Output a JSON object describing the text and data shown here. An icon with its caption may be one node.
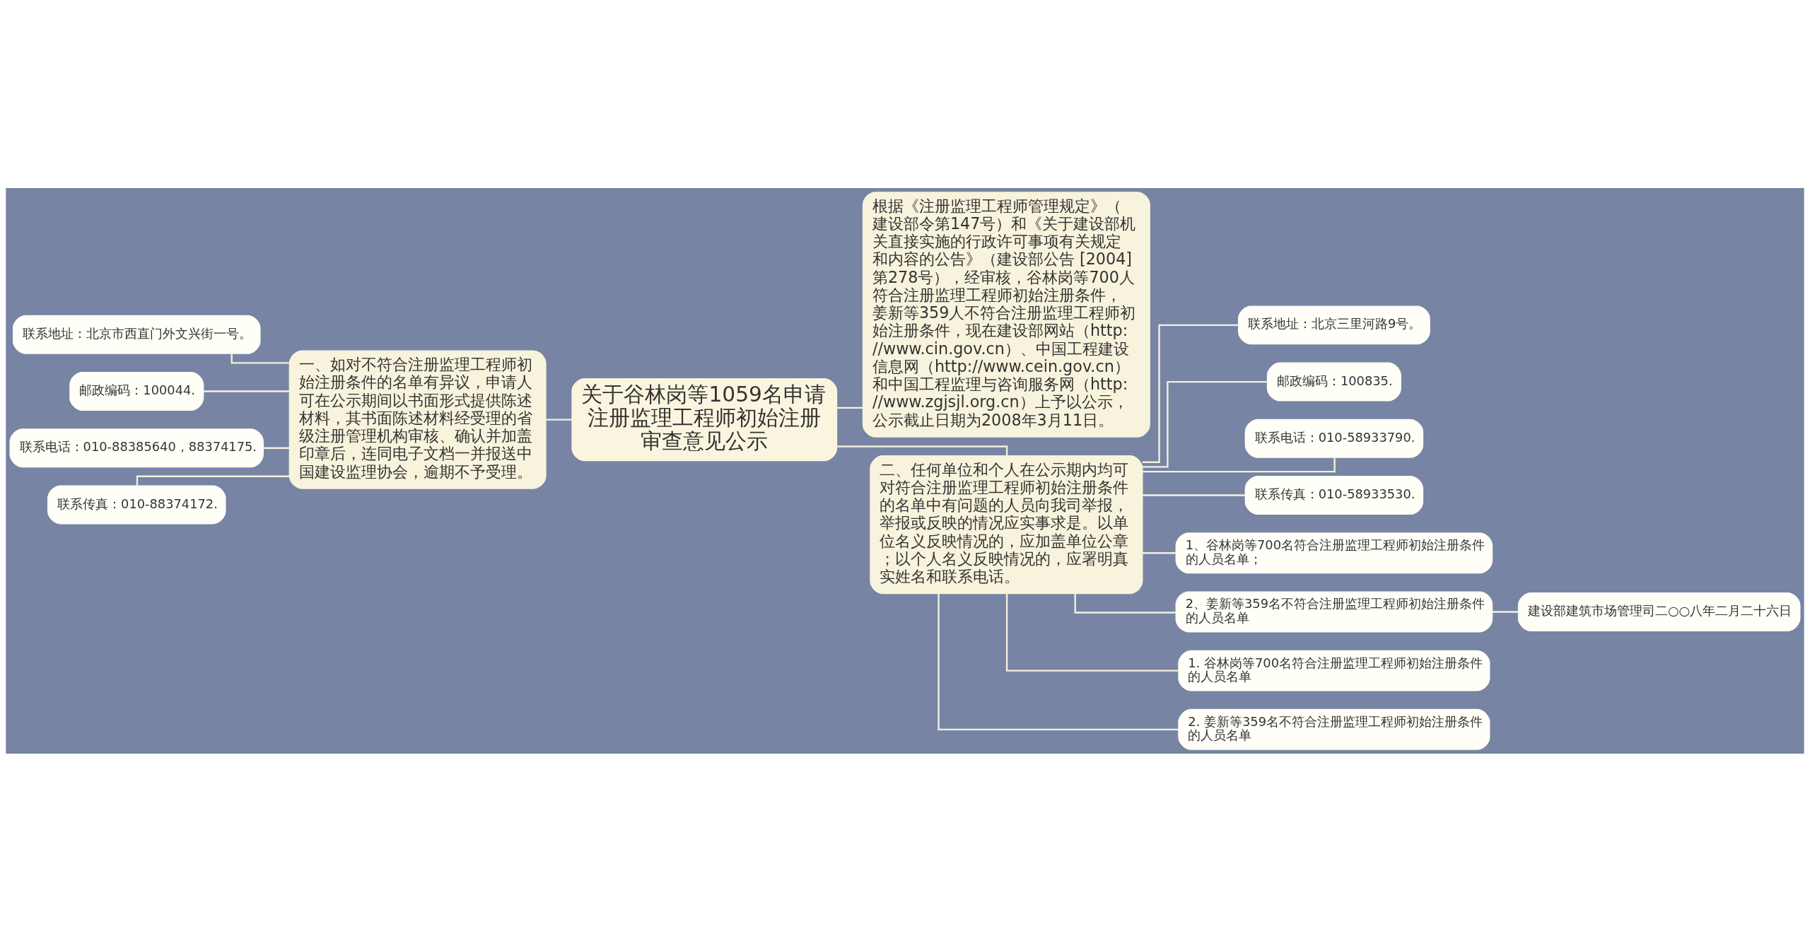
{
  "diagram": {
    "nodes": [
      {
        "text": [
          "关于谷林岗等1059名申请注册监理工程师初始注册审查意见公示"
        ]
      },
      {
        "text": [
          "一、如对不符合注册监理工程师初始注册条件的名单有异议，申请人可在公示期间以书面形式提供陈述材料，其书面陈述材料经受理的省级注册管理机构审核、确认并加盖印章后，连同电子文档一并报送中国建设监理协会，逾期不予受理。"
        ]
      },
      {
        "text": [
          "联系地址：北京市西直门外文兴街一号。"
        ]
      },
      {
        "text": [
          "邮政编码：100044."
        ]
      },
      {
        "text": [
          "联系电话：010-88385640，88374175."
        ]
      },
      {
        "text": [
          "联系传真：010-88374172."
        ]
      },
      {
        "text": [
          "根据《注册监理工程师管理规定》（建设部令第147号）和《关于建设部机关直接实施的行政许可事项有关规定和内容的公告》（建设部公告 [2004]第278号），经审核，谷林岗等700人符合注册监理工程师初始注册条件，姜新等359人不符合注册监理工程师初始注册条件，现在建设部网站（http://www.cin.gov.cn）、中国工程建设信息网（http://www.cein.gov.cn）和中国工程监理与咨询服务网（http://www.zgjsjl.org.cn）上予以公示，公示截止日期为2008年3月11日。"
        ]
      },
      {
        "text": [
          "二、任何单位和个人在公示期内均可对符合注册监理工程师初始注册条件的名单中有问题的人员向我司举报，举报或反映的情况应实事求是。以单位名义反映情况的，应加盖单位公章；以个人名义反映情况的，应署明真实姓名和联系电话。"
        ]
      },
      {
        "text": [
          "联系地址：北京三里河路9号。"
        ]
      },
      {
        "text": [
          "邮政编码：100835."
        ]
      },
      {
        "text": [
          "联系电话：010-58933790."
        ]
      },
      {
        "text": [
          "联系传真：010-58933530."
        ]
      },
      {
        "text": [
          "1、谷林岗等700名符合注册监理工程师初始注册条件的人员名单；"
        ]
      },
      {
        "text": [
          "2、姜新等359名不符合注册监理工程师初始注册条件的人员名单"
        ]
      },
      {
        "text": [
          "1. 谷林岗等700名符合注册监理工程师初始注册条件的人员名单"
        ]
      },
      {
        "text": [
          "2. 姜新等359名不符合注册监理工程师初始注册条件的人员名单"
        ]
      },
      {
        "text": [
          "建设部建筑市场管理司二○○八年二月二十六日"
        ]
      }
    ],
    "edges": [
      {
        "from": 0,
        "to": 1,
        "arrow": "none"
      },
      {
        "from": 1,
        "to": 2,
        "arrow": "none"
      },
      {
        "from": 1,
        "to": 3,
        "arrow": "none"
      },
      {
        "from": 1,
        "to": 4,
        "arrow": "none"
      },
      {
        "from": 1,
        "to": 5,
        "arrow": "none"
      },
      {
        "from": 0,
        "to": 6,
        "arrow": "none"
      },
      {
        "from": 0,
        "to": 7,
        "arrow": "none"
      },
      {
        "from": 7,
        "to": 8,
        "arrow": "none"
      },
      {
        "from": 7,
        "to": 9,
        "arrow": "none"
      },
      {
        "from": 7,
        "to": 10,
        "arrow": "none"
      },
      {
        "from": 7,
        "to": 11,
        "arrow": "none"
      },
      {
        "from": 7,
        "to": 12,
        "arrow": "none"
      },
      {
        "from": 7,
        "to": 13,
        "arrow": "none"
      },
      {
        "from": 7,
        "to": 14,
        "arrow": "none"
      },
      {
        "from": 7,
        "to": 15,
        "arrow": "none"
      },
      {
        "from": 13,
        "to": 16,
        "arrow": "none"
      }
    ]
  }
}
